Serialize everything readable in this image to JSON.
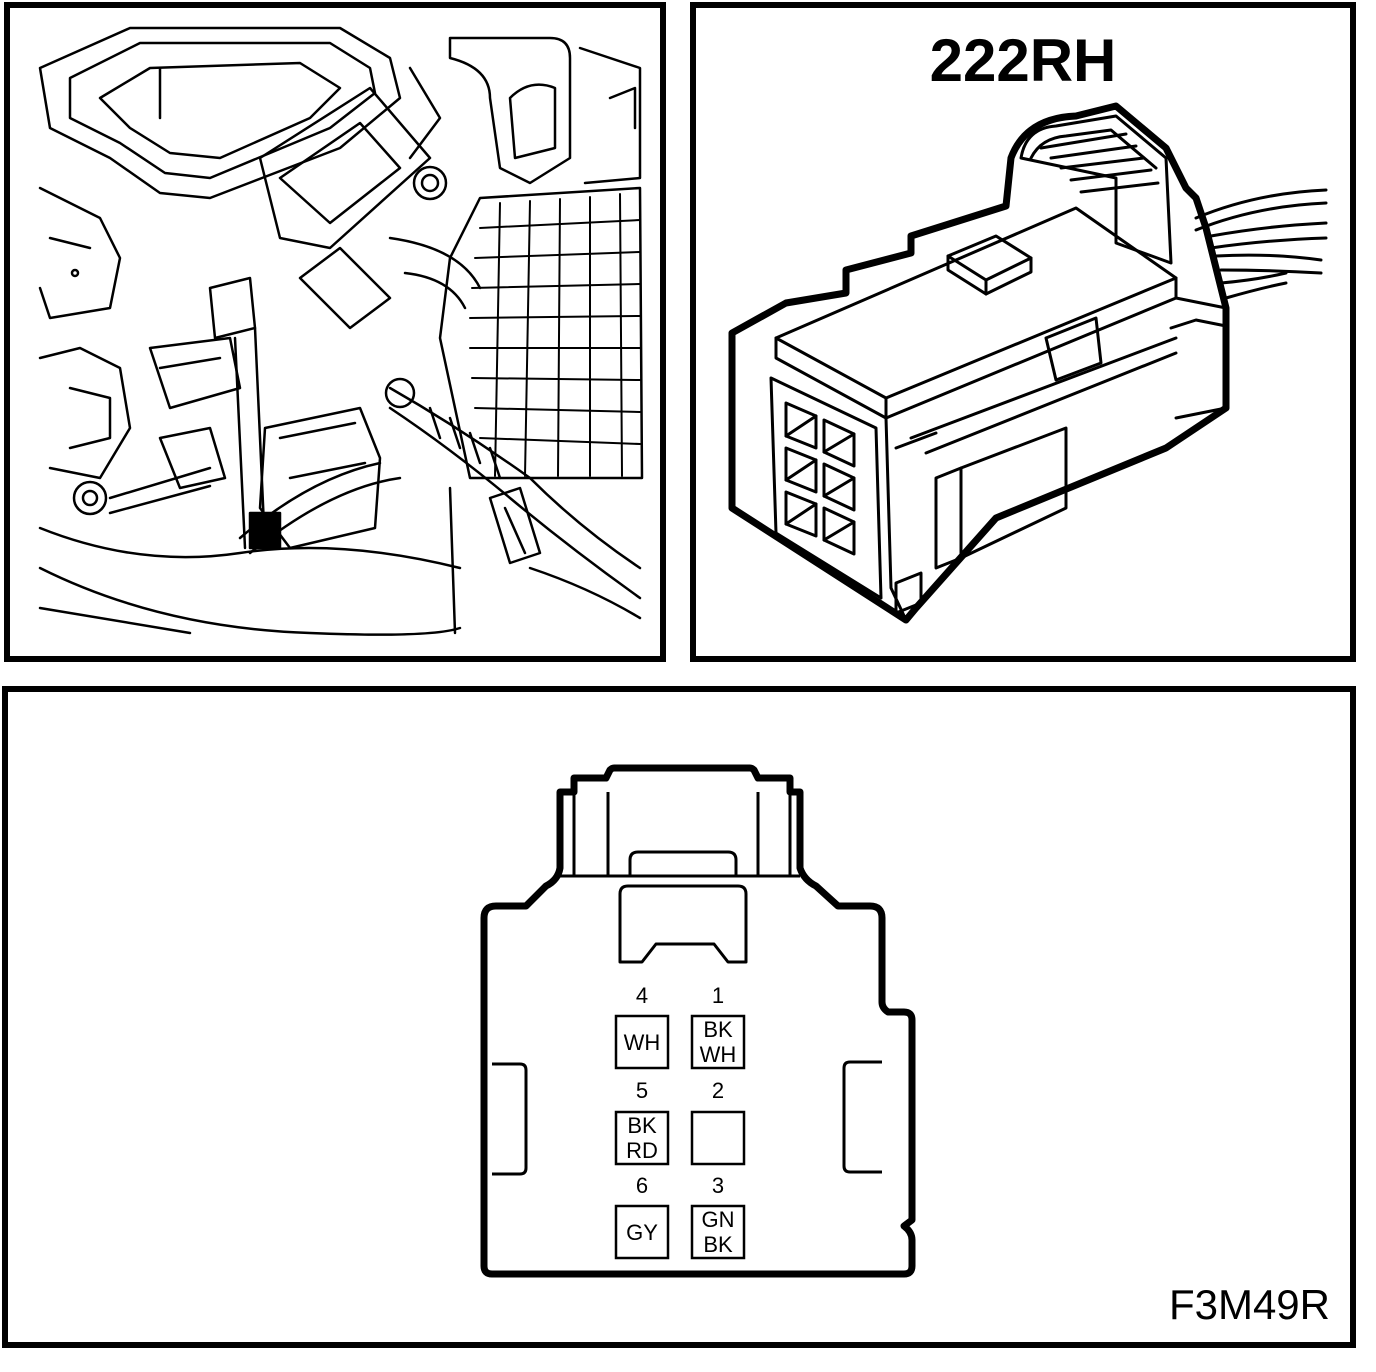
{
  "connector": {
    "title": "222RH"
  },
  "figure_code": "F3M49R",
  "pinout": {
    "pins": [
      {
        "number": "4",
        "color_line1": "WH",
        "color_line2": ""
      },
      {
        "number": "1",
        "color_line1": "BK",
        "color_line2": "WH"
      },
      {
        "number": "5",
        "color_line1": "BK",
        "color_line2": "RD"
      },
      {
        "number": "2",
        "color_line1": "",
        "color_line2": ""
      },
      {
        "number": "6",
        "color_line1": "GY",
        "color_line2": ""
      },
      {
        "number": "3",
        "color_line1": "GN",
        "color_line2": "BK"
      }
    ]
  }
}
